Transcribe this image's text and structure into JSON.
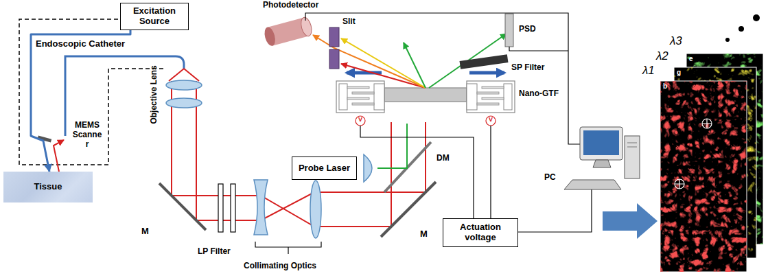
{
  "diagram": {
    "nodes": [
      {
        "text": [
          "Excitation Source"
        ]
      },
      {
        "text": [
          "Probe Laser"
        ]
      },
      {
        "text": [
          "Tissue"
        ]
      },
      {
        "text": [
          "Actuation voltage"
        ]
      }
    ],
    "edges": [
      {
        "from": 0,
        "to": 2,
        "arrow": "to"
      }
    ],
    "labels": [
      "Photodetector",
      "Endoscopic Catheter",
      "Slit",
      "PSD",
      "SP Filter",
      "Nano-GTF",
      "MEMS Scanne r",
      "Objective Lens",
      "DM",
      "PC",
      "M",
      "M",
      "LP Filter",
      "Collimating Optics",
      "λ3",
      "λ2",
      "λ1",
      "e",
      "g",
      "b",
      "V",
      "V"
    ]
  }
}
